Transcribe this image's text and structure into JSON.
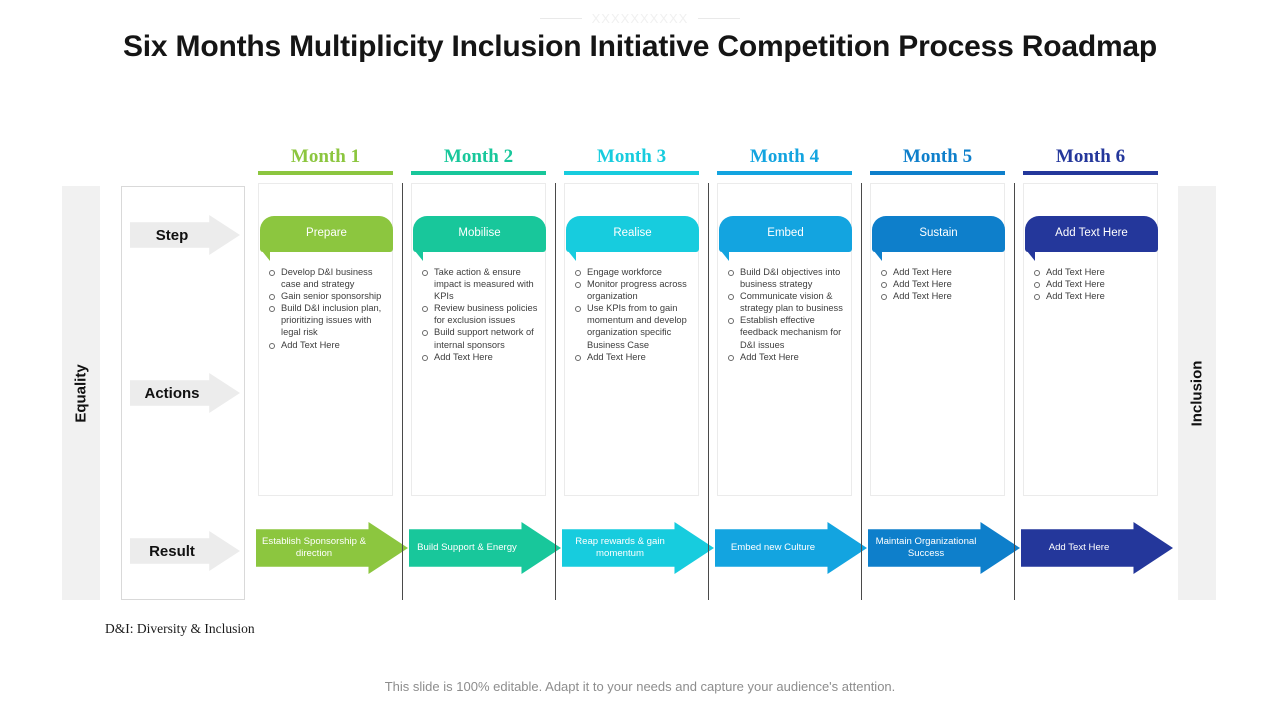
{
  "deco": {
    "marks": "XXXXXXXXXX"
  },
  "title": "Six Months Multiplicity Inclusion Initiative Competition Process Roadmap",
  "side_labels": {
    "left": "Equality",
    "right": "Inclusion"
  },
  "row_labels": {
    "step": "Step",
    "actions": "Actions",
    "result": "Result"
  },
  "colors": {
    "month1": "#8CC63F",
    "month2": "#18C79B",
    "month3": "#17CCDE",
    "month4": "#13A4E0",
    "month5": "#0E7FCB",
    "month6": "#24379B"
  },
  "columns": [
    {
      "month": "Month 1",
      "color": "#8CC63F",
      "step": "Prepare",
      "actions": [
        "Develop D&I business case and strategy",
        "Gain senior sponsorship",
        "Build D&I inclusion plan, prioritizing issues with legal risk",
        "Add Text Here"
      ],
      "result": "Establish Sponsorship & direction"
    },
    {
      "month": "Month 2",
      "color": "#18C79B",
      "step": "Mobilise",
      "actions": [
        "Take action & ensure impact is measured with KPIs",
        "Review business policies for exclusion issues",
        "Build support network of internal sponsors",
        "Add Text Here"
      ],
      "result": "Build Support & Energy"
    },
    {
      "month": "Month 3",
      "color": "#17CCDE",
      "step": "Realise",
      "actions": [
        "Engage workforce",
        "Monitor progress across organization",
        "Use KPIs from to gain momentum and develop organization specific Business Case",
        "Add Text Here"
      ],
      "result": "Reap rewards & gain momentum"
    },
    {
      "month": "Month 4",
      "color": "#13A4E0",
      "step": "Embed",
      "actions": [
        "Build D&I objectives into business strategy",
        "Communicate vision & strategy plan to business",
        "Establish effective feedback mechanism for D&I issues",
        "Add Text Here"
      ],
      "result": "Embed new Culture"
    },
    {
      "month": "Month 5",
      "color": "#0E7FCB",
      "step": "Sustain",
      "actions": [
        "Add Text Here",
        "Add Text Here",
        "Add Text Here"
      ],
      "result": "Maintain Organizational Success"
    },
    {
      "month": "Month 6",
      "color": "#24379B",
      "step": "Add Text Here",
      "actions": [
        "Add Text Here",
        "Add Text Here",
        "Add Text Here"
      ],
      "result": "Add Text Here"
    }
  ],
  "legend": "D&I: Diversity & Inclusion",
  "editable_note": "This slide is 100% editable. Adapt it to your needs and capture your audience's attention."
}
